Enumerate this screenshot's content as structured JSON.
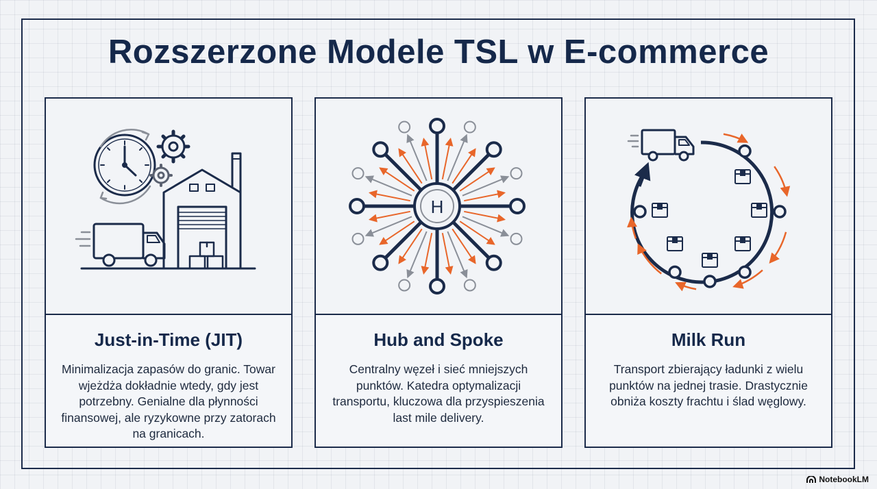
{
  "title": "Rozszerzone Modele TSL w E-commerce",
  "cards": [
    {
      "title": "Just-in-Time (JIT)",
      "description": "Minimalizacja zapasów do granic. Towar wjeżdża dokładnie wtedy, gdy jest potrzebny. Genialne dla płynności finansowej, ale ryzykowne przy zatorach na granicach.",
      "icon": "clock-factory-truck-icon"
    },
    {
      "title": "Hub and Spoke",
      "description": "Centralny węzeł i sieć mniejszych punktów. Katedra optymalizacji transportu, kluczowa dla przyspieszenia last mile delivery.",
      "icon": "hub-network-icon",
      "hub_label": "H"
    },
    {
      "title": "Milk Run",
      "description": "Transport zbierający ładunki z wielu punktów na jednej trasie. Drastycznie obniża koszty frachtu i ślad węglowy.",
      "icon": "circular-route-truck-icon"
    }
  ],
  "brand": "NotebookLM",
  "colors": {
    "navy": "#1b2b4a",
    "accent_orange": "#e8662a",
    "muted_gray": "#8a8f98",
    "background": "#f1f3f6"
  }
}
